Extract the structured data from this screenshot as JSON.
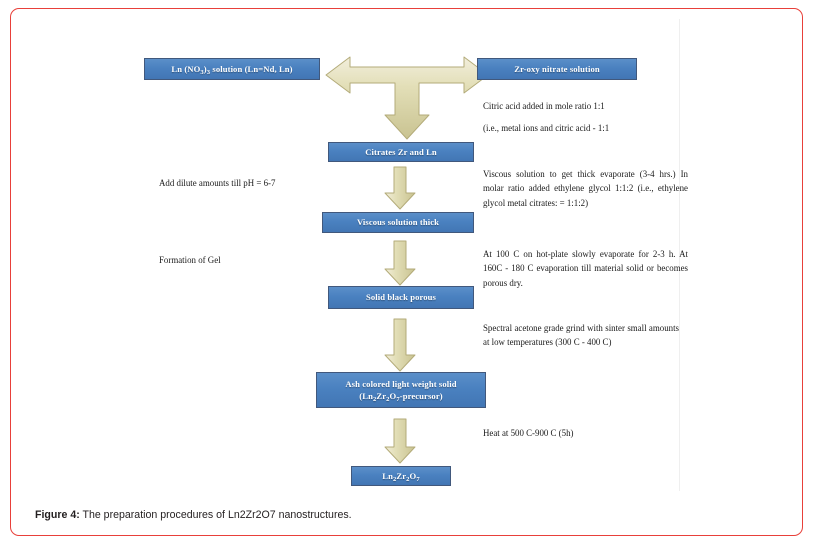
{
  "figure": {
    "caption_label": "Figure 4:",
    "caption_text": " The preparation procedures of Ln2Zr2O7 nanostructures.",
    "frame_color": "#e8403a"
  },
  "palette": {
    "box_fill": "#4a81c0",
    "box_border": "#41587c",
    "box_text": "#ffffff",
    "arrow_fill": "#ddd9ad",
    "arrow_border": "#b3ab79",
    "note_text": "#1a1a1a"
  },
  "flow": {
    "boxes": [
      {
        "id": "ln-nitrate",
        "label": "Ln (NO3)3 solution (Ln=Nd, Ln)"
      },
      {
        "id": "zr-oxy",
        "label": "Zr-oxy nitrate solution"
      },
      {
        "id": "citrates",
        "label": "Citrates Zr and Ln"
      },
      {
        "id": "viscous",
        "label": "Viscous solution thick"
      },
      {
        "id": "solid-black",
        "label": "Solid black porous"
      },
      {
        "id": "ash",
        "label_line1": "Ash colored light weight solid",
        "label_line2": "(Ln2Zr2O7-precursor)"
      },
      {
        "id": "final",
        "label": "Ln2Zr2O7"
      }
    ],
    "arrows": [
      {
        "id": "tri-directional-arrow",
        "direction": "left-right-down"
      },
      {
        "id": "arrow-citrates-to-viscous",
        "direction": "down"
      },
      {
        "id": "arrow-viscous-to-solid",
        "direction": "down"
      },
      {
        "id": "arrow-solid-to-ash",
        "direction": "down"
      },
      {
        "id": "arrow-ash-to-final",
        "direction": "down"
      }
    ],
    "left_labels": [
      {
        "id": "ph",
        "text": "Add dilute amounts till pH = 6-7"
      },
      {
        "id": "gel",
        "text": "Formation of Gel"
      }
    ],
    "right_notes": [
      {
        "id": "citric",
        "line1": "Citric acid added in mole ratio 1:1",
        "line2": "(i.e., metal ions and citric acid - 1:1"
      },
      {
        "id": "viscous",
        "text": "Viscous solution to get thick evaporate (3-4 hrs.) In molar ratio added ethylene glycol 1:1:2 (i.e., ethylene glycol metal citrates: = 1:1:2)"
      },
      {
        "id": "hotplate",
        "text": "At 100 C on hot-plate slowly evaporate for 2-3 h. At 160C - 180 C evaporation till material solid or becomes porous dry."
      },
      {
        "id": "spectral",
        "text": "Spectral acetone grade grind with sinter small amounts at low temperatures (300 C - 400 C)"
      },
      {
        "id": "heat",
        "text": "Heat at 500 C-900 C (5h)"
      }
    ]
  }
}
